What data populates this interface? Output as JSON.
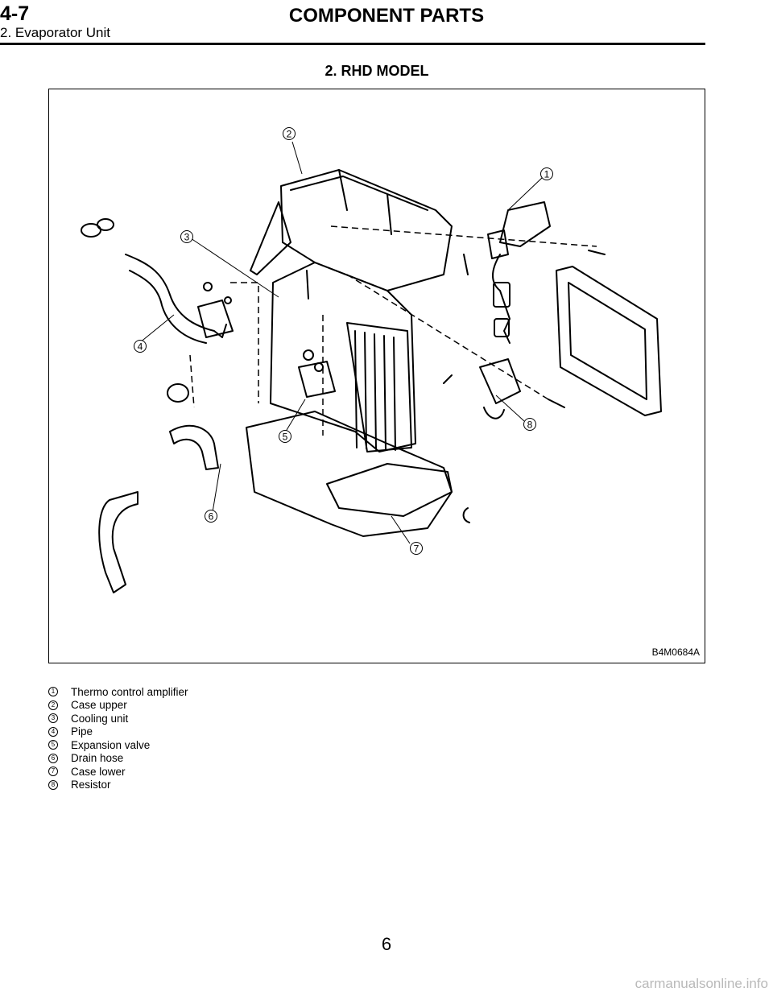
{
  "header": {
    "section_number": "4-7",
    "title": "COMPONENT PARTS",
    "subsection": "2. Evaporator Unit"
  },
  "section_heading": "2. RHD MODEL",
  "figure": {
    "code": "B4M0684A",
    "callouts": [
      "1",
      "2",
      "3",
      "4",
      "5",
      "6",
      "7",
      "8"
    ]
  },
  "legend": [
    {
      "num": "1",
      "label": "Thermo control amplifier"
    },
    {
      "num": "2",
      "label": "Case upper"
    },
    {
      "num": "3",
      "label": "Cooling unit"
    },
    {
      "num": "4",
      "label": "Pipe"
    },
    {
      "num": "5",
      "label": "Expansion valve"
    },
    {
      "num": "6",
      "label": "Drain hose"
    },
    {
      "num": "7",
      "label": "Case lower"
    },
    {
      "num": "8",
      "label": "Resistor"
    }
  ],
  "page_number": "6",
  "watermark": "carmanualsonline.info"
}
